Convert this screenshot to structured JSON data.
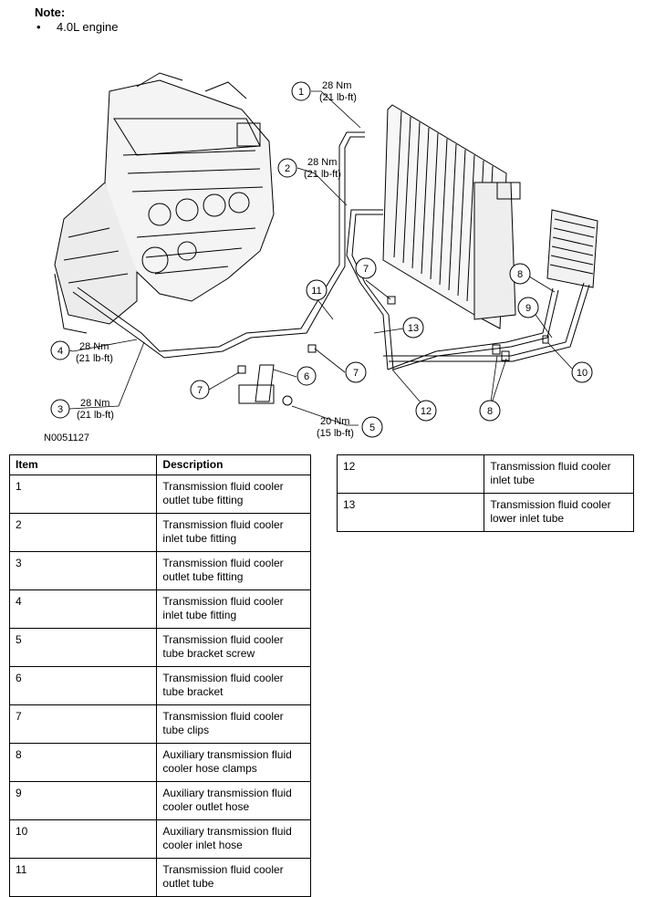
{
  "note": {
    "title": "Note:",
    "items": [
      "4.0L engine"
    ]
  },
  "figure": {
    "id_label": "N0051127",
    "callouts": [
      {
        "num": "1",
        "torque_nm": "28 Nm",
        "torque_lbft": "(21 lb-ft)"
      },
      {
        "num": "2",
        "torque_nm": "28 Nm",
        "torque_lbft": "(21 lb-ft)"
      },
      {
        "num": "3",
        "torque_nm": "28 Nm",
        "torque_lbft": "(21 lb-ft)"
      },
      {
        "num": "4",
        "torque_nm": "28 Nm",
        "torque_lbft": "(21 lb-ft)"
      },
      {
        "num": "5",
        "torque_nm": "20 Nm",
        "torque_lbft": "(15 lb-ft)"
      },
      {
        "num": "6"
      },
      {
        "num": "7"
      },
      {
        "num": "8"
      },
      {
        "num": "9"
      },
      {
        "num": "10"
      },
      {
        "num": "11"
      },
      {
        "num": "12"
      },
      {
        "num": "13"
      }
    ]
  },
  "table": {
    "headers": {
      "item": "Item",
      "description": "Description"
    },
    "rows": [
      {
        "item": "1",
        "description": "Transmission fluid cooler outlet tube fitting"
      },
      {
        "item": "2",
        "description": "Transmission fluid cooler inlet tube fitting"
      },
      {
        "item": "3",
        "description": "Transmission fluid cooler outlet tube fitting"
      },
      {
        "item": "4",
        "description": "Transmission fluid cooler inlet tube fitting"
      },
      {
        "item": "5",
        "description": "Transmission fluid cooler tube bracket screw"
      },
      {
        "item": "6",
        "description": "Transmission fluid cooler tube bracket"
      },
      {
        "item": "7",
        "description": "Transmission fluid cooler tube clips"
      },
      {
        "item": "8",
        "description": "Auxiliary transmission fluid cooler hose clamps"
      },
      {
        "item": "9",
        "description": "Auxiliary transmission fluid cooler outlet hose"
      },
      {
        "item": "10",
        "description": "Auxiliary transmission fluid cooler inlet hose"
      },
      {
        "item": "11",
        "description": "Transmission fluid cooler outlet tube"
      },
      {
        "item": "12",
        "description": "Transmission fluid cooler inlet tube"
      },
      {
        "item": "13",
        "description": "Transmission fluid cooler lower inlet tube"
      }
    ]
  }
}
